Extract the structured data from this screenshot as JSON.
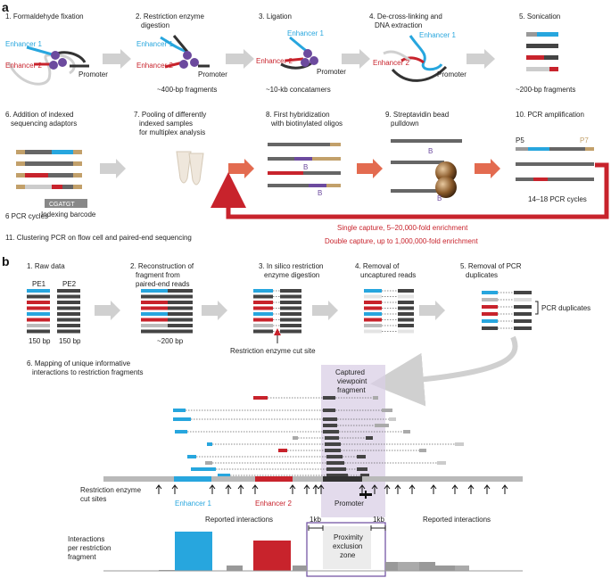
{
  "panel_a": {
    "letter": "a",
    "steps": [
      {
        "label": "1. Formaldehyde fixation"
      },
      {
        "label_lines": [
          "2. Restriction enzyme",
          "digestion"
        ],
        "note": "~400-bp fragments"
      },
      {
        "label": "3. Ligation",
        "note": "~10-kb concatamers"
      },
      {
        "label_lines": [
          "4. De-cross-linking and",
          "DNA extraction"
        ]
      },
      {
        "label": "5. Sonication",
        "note": "~200-bp fragments"
      },
      {
        "label_lines": [
          "6. Addition of indexed",
          "sequencing adaptors"
        ],
        "note": "6 PCR cycles"
      },
      {
        "label_lines": [
          "7. Pooling of differently",
          "indexed samples",
          "for multiplex analysis"
        ]
      },
      {
        "label_lines": [
          "8. First hybridization",
          "with biotinylated oligos"
        ]
      },
      {
        "label_lines": [
          "9. Streptavidin bead",
          "pulldown"
        ]
      },
      {
        "label": "10. PCR amplification",
        "note": "14–18 PCR cycles"
      }
    ],
    "enhancer1": "Enhancer 1",
    "enhancer2": "Enhancer 2",
    "promoter": "Promoter",
    "barcode_seq": "CGATGT",
    "indexing_barcode": "Indexing barcode",
    "biotin_label": "B",
    "p5": "P5",
    "p7": "P7",
    "single_capture": "Single capture, 5–20,000-fold enrichment",
    "double_capture": "Double capture, up to 1,000,000-fold enrichment",
    "step11": "11. Clustering PCR on flow cell and paired-end sequencing"
  },
  "panel_b": {
    "letter": "b",
    "steps": [
      {
        "label": "1. Raw data"
      },
      {
        "label_lines": [
          "2. Reconstruction of",
          "fragment from",
          "paired-end reads"
        ],
        "note": "~200 bp"
      },
      {
        "label_lines": [
          "3. In silico restriction",
          "enzyme digestion"
        ]
      },
      {
        "label_lines": [
          "4. Removal of",
          "uncaptured reads"
        ]
      },
      {
        "label_lines": [
          "5. Removal of PCR",
          "duplicates"
        ]
      }
    ],
    "pe1": "PE1",
    "pe2": "PE2",
    "bp150a": "150 bp",
    "bp150b": "150 bp",
    "cut_site": "Restriction enzyme cut site",
    "pcr_duplicates": "PCR duplicates",
    "step6_lines": [
      "6. Mapping of unique informative",
      "interactions to restriction fragments"
    ],
    "captured_lines": [
      "Captured",
      "viewpoint",
      "fragment"
    ],
    "re_cut_sites_lines": [
      "Restriction enzyme",
      "cut sites"
    ],
    "enhancer1": "Enhancer 1",
    "enhancer2": "Enhancer 2",
    "promoter": "Promoter",
    "reported_left": "Reported interactions",
    "reported_right": "Reported interactions",
    "kb_left": "1kb",
    "kb_right": "1kb",
    "exclusion_lines": [
      "Proximity",
      "exclusion",
      "zone"
    ],
    "y_label_lines": [
      "Interactions",
      "per restriction",
      "fragment"
    ]
  },
  "colors": {
    "blue": "#27a6de",
    "red": "#c8232c",
    "purple": "#6c4a9e",
    "tan": "#c2a06a",
    "arrow": "#d0d0d0",
    "arrow_red": "#e36b50",
    "shade": "#d9cfe6"
  }
}
